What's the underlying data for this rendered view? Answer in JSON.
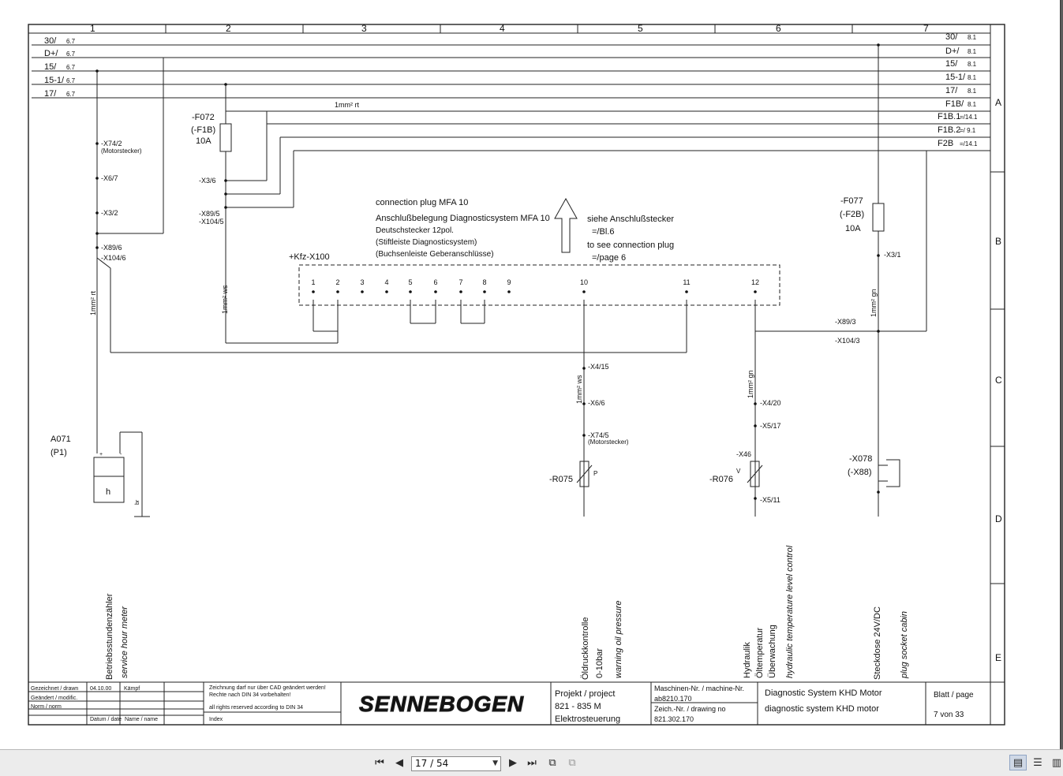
{
  "schematic": {
    "col_numbers": [
      "1",
      "2",
      "3",
      "4",
      "5",
      "6",
      "7"
    ],
    "row_letters": [
      "A",
      "B",
      "C",
      "D",
      "E"
    ],
    "left_signals": [
      {
        "name": "30/",
        "ref": "6.7"
      },
      {
        "name": "D+/",
        "ref": "6.7"
      },
      {
        "name": "15/",
        "ref": "6.7"
      },
      {
        "name": "15-1/",
        "ref": "6.7"
      },
      {
        "name": "17/",
        "ref": "6.7"
      }
    ],
    "right_signals": [
      {
        "name": "30/",
        "ref": "8.1"
      },
      {
        "name": "D+/",
        "ref": "8.1"
      },
      {
        "name": "15/",
        "ref": "8.1"
      },
      {
        "name": "15-1/",
        "ref": "8.1"
      },
      {
        "name": "17/",
        "ref": "8.1"
      },
      {
        "name": "F1B/",
        "ref": "8.1"
      },
      {
        "name": "F1B.1",
        "ref": "=/14.1"
      },
      {
        "name": "F1B.2",
        "ref": "=/ 9.1"
      },
      {
        "name": "F2B",
        "ref": "=/14.1"
      }
    ],
    "wire_1mm_rt": "1mm² rt",
    "fuse_f072": {
      "id": "-F072",
      "alt": "(-F1B)",
      "rating": "10A"
    },
    "fuse_f077": {
      "id": "-F077",
      "alt": "(-F2B)",
      "rating": "10A"
    },
    "col1_connectors": [
      "-X74/2",
      "(Motorstecker)",
      "-X6/7",
      "-X3/2",
      "-X89/6",
      "-X104/6"
    ],
    "col2_connectors": [
      "-X3/6",
      "-X89/5",
      "-X104/5"
    ],
    "col1_wire": "1mm² rt",
    "col2_wire": "1mm² ws",
    "connector_info": {
      "line1": "connection plug MFA 10",
      "line2": "Anschlußbelegung Diagnosticsystem MFA 10",
      "line3": "Deutschstecker 12pol.",
      "line4": "(Stiftleiste Diagnosticsystem)",
      "line5": "(Buchsenleiste Geberanschlüsse)",
      "see1": "siehe Anschlußstecker",
      "see2": "=/Bl.6",
      "see3": "to see connection plug",
      "see4": "=/page 6"
    },
    "kfz_label": "+Kfz-X100",
    "pins": [
      "1",
      "2",
      "3",
      "4",
      "5",
      "6",
      "7",
      "8",
      "9",
      "10",
      "11",
      "12"
    ],
    "x89_3": "-X89/3",
    "x104_3": "-X104/3",
    "col7_connectors": [
      "-X3/1"
    ],
    "col7_wire": "1mm² gn",
    "col5_connectors": [
      "-X4/15",
      "-X6/6",
      "-X74/5",
      "(Motorstecker)"
    ],
    "col5_wire": "1mm² ws",
    "col6_connectors": [
      "-X4/20",
      "-X5/17",
      "-X46",
      "-X5/11"
    ],
    "col6_wire": "1mm² gn",
    "a071": {
      "id": "A071",
      "alt": "(P1)",
      "glyph": "h",
      "plus": "+",
      "minus": "-",
      "br": "br"
    },
    "r075": {
      "id": "-R075",
      "mark": "P"
    },
    "r076": {
      "id": "-R076",
      "mark": "V"
    },
    "x078": {
      "id": "-X078",
      "alt": "(-X88)"
    },
    "desc_col1": [
      "Betriebsstundenzähler",
      "service hour meter"
    ],
    "desc_col5": [
      "Öldruckkontrolle",
      "0-10bar",
      "warning oil pressure"
    ],
    "desc_col6": [
      "Hydraulik",
      "Öltemperatur",
      "Überwachung",
      "hydraulic temperature level control"
    ],
    "desc_col7": [
      "Steckdose 24V/DC",
      "plug socket cabin"
    ]
  },
  "title_block": {
    "drawn_label": "Gezeichnet / drawn",
    "drawn_date": "04.10.00",
    "drawn_name": "Kämpf",
    "modif_label": "Geändert / modific.",
    "norm_label": "Norm / norm",
    "date_label": "Datum / date",
    "name_label": "Name / name",
    "notice1": "Zeichnung darf nur  über CAD geändert werden!",
    "notice2": "Rechte nach DIN 34 vorbehalten!",
    "notice3": "all rights reserved according to DIN 34",
    "index_label": "Index",
    "logo": "SENNEBOGEN",
    "project_label": "Projekt / project",
    "project_value": "821 - 835 M",
    "project_sub": "Elektrosteuerung",
    "machine_label": "Maschinen-Nr.  / machine-Nr.",
    "machine_value": "ab8210.170",
    "drawing_label": "Zeich.-Nr. / drawing no",
    "drawing_value": "821.302.170",
    "title_de": "Diagnostic System KHD Motor",
    "title_en": "diagnostic system KHD motor",
    "sheet_label": "Blatt / page",
    "sheet_value": "7 von 33"
  },
  "viewer": {
    "page_indicator": "17 / 54"
  }
}
